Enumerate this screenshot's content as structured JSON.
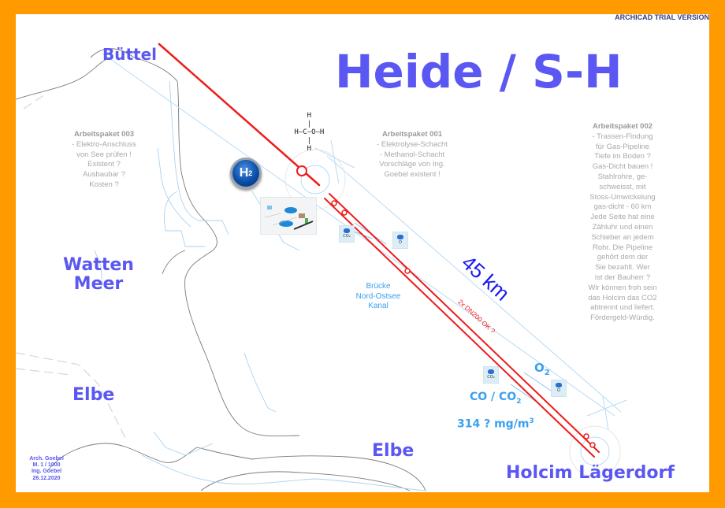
{
  "watermark": "ARCHICAD TRIAL VERSION",
  "title": "Heide / S-H",
  "places": {
    "buettel": "Büttel",
    "watten": [
      "Watten",
      "Meer"
    ],
    "elbe_west": "Elbe",
    "elbe_south": "Elbe",
    "holcim": "Holcim Lägerdorf"
  },
  "work_packages": {
    "p003": {
      "heading": "Arbeitspaket 003",
      "lines": [
        "- Elektro-Anschluss",
        "von See prüfen !",
        "Existent ?",
        "Ausbaubar ?",
        "Kosten ?"
      ]
    },
    "p001": {
      "heading": "Arbeitspaket 001",
      "lines": [
        "- Elektrolyse-Schacht",
        "- Methanol-Schacht",
        "Vorschläge von Ing.",
        "Goebel existent !"
      ]
    },
    "p002": {
      "heading": "Arbeitspaket 002",
      "lines": [
        "- Trassen-Findung",
        "für Gas-Pipeline",
        "Tiefe im Boden ?",
        "Gas-Dicht bauen !",
        "Stahlrohre, ge-",
        "schweisst, mit",
        "Stoss-Umwickelung",
        "gas-dicht - 60 km",
        "Jede Seite hat eine",
        "Zähluhr und einen",
        "Schieber an jedem",
        "Rohr. Die Pipeline",
        "gehört dem der",
        "Sie bezahlt. Wer",
        "ist der Bauherr ?",
        "Wir können froh sein",
        "das Holcim das CO2",
        "abtrennt und liefert.",
        "Fördergeld-Würdig."
      ]
    }
  },
  "methanol_formula": "    H\n    |\n H—C—O—H\n    |\n    H",
  "h2_badge": {
    "symbol": "H",
    "sub": "2"
  },
  "bridge": [
    "Brücke",
    "Nord-Ostsee",
    "Kanal"
  ],
  "distance_label": "45 km",
  "pipe_label": "2x DN200 OK ?",
  "gases": {
    "o2": {
      "main": "O",
      "sub": "2"
    },
    "co": {
      "main": "CO / CO",
      "sub": "2"
    },
    "concentration": {
      "main": "314 ? mg/m",
      "sup": "3"
    }
  },
  "mini_icons": {
    "co2": "CO₂",
    "o": "O"
  },
  "stamp": [
    "Arch. Goebel",
    "M. 1 / 1000",
    "Ing. Goebel",
    "26.12.2020"
  ],
  "colors": {
    "frame": "#ff9a00",
    "label_blue": "#5a57f2",
    "cyan": "#3aa0f0",
    "pipeline_red": "#ee1b1b",
    "text_grey": "#a9a9a9"
  }
}
